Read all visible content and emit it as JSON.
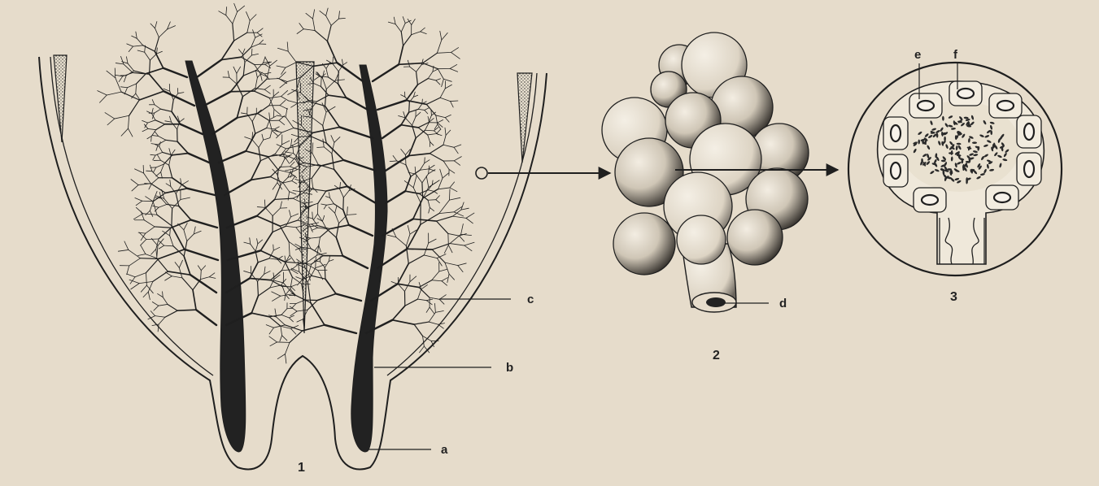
{
  "figure": {
    "colors": {
      "paper": "#e6dccb",
      "ink": "#1f1f1f",
      "duct_fill": "#222222",
      "sphere_fill": "#eae2d3"
    },
    "panel_numbers": [
      "1",
      "2",
      "3"
    ],
    "labels": {
      "a": "a",
      "b": "b",
      "c": "c",
      "d": "d",
      "e": "e",
      "f": "f"
    },
    "icons": [
      "arrow-right-icon",
      "arrow-right-icon"
    ]
  }
}
